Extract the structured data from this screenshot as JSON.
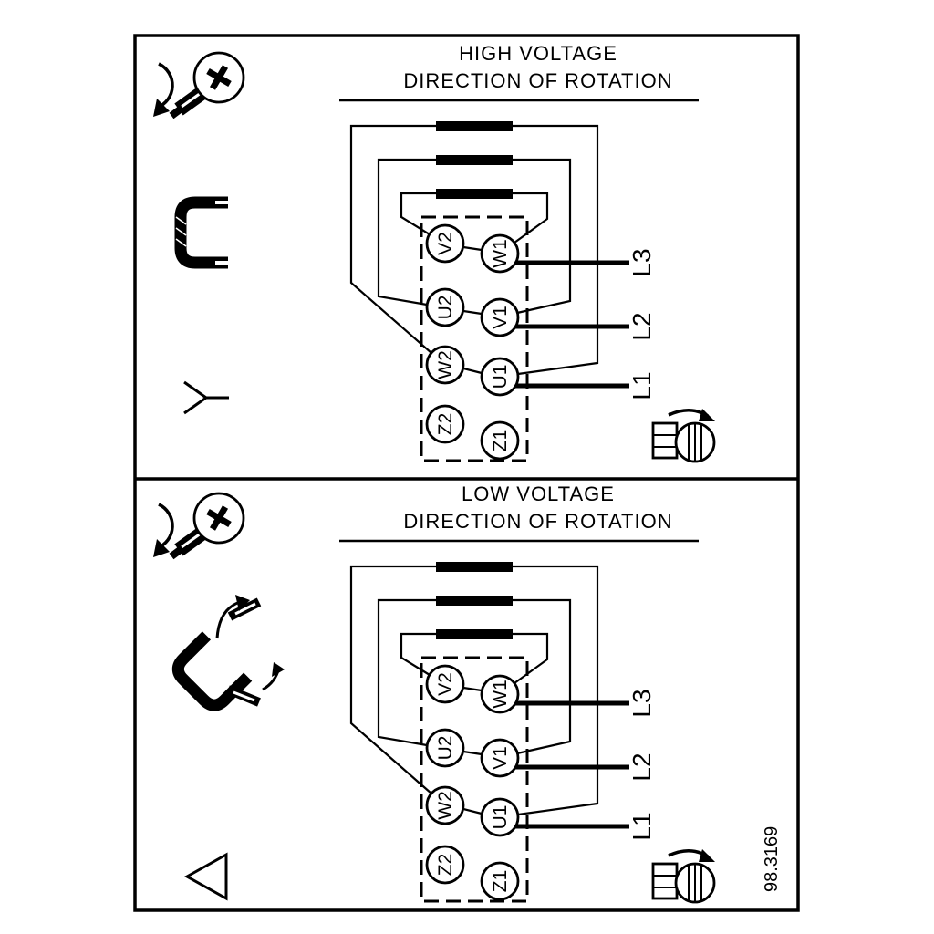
{
  "figure_number": "98.3169",
  "colors": {
    "ink": "#000000",
    "paper": "#ffffff"
  },
  "high": {
    "title1": "HIGH VOLTAGE",
    "title2": "DIRECTION OF ROTATION",
    "connection": "star",
    "terminals_left": [
      "V2",
      "U2",
      "W2",
      "Z2"
    ],
    "terminals_right": [
      "W1",
      "V1",
      "U1",
      "Z1"
    ],
    "supply_lines": [
      "L3",
      "L2",
      "L1"
    ]
  },
  "low": {
    "title1": "LOW VOLTAGE",
    "title2": "DIRECTION OF ROTATION",
    "connection": "delta",
    "terminals_left": [
      "V2",
      "U2",
      "W2",
      "Z2"
    ],
    "terminals_right": [
      "W1",
      "V1",
      "U1",
      "Z1"
    ],
    "supply_lines": [
      "L3",
      "L2",
      "L1"
    ]
  }
}
